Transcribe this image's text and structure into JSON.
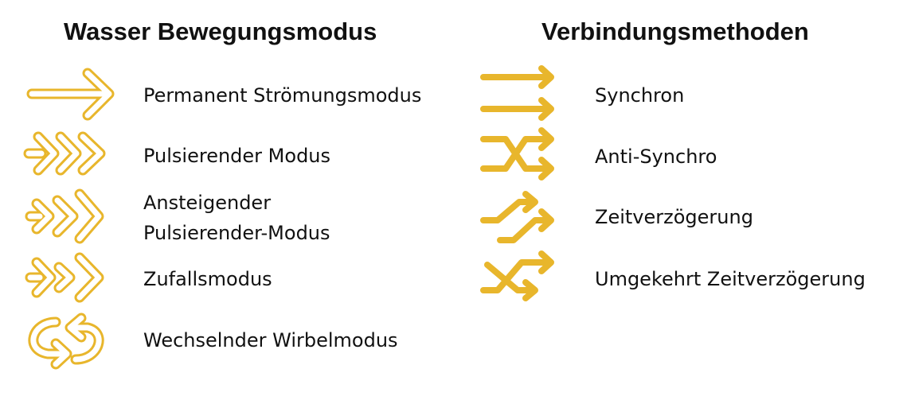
{
  "left": {
    "title": "Wasser Bewegungsmodus",
    "items": [
      {
        "icon": "single-arrow-icon",
        "label": "Permanent Strömungsmodus"
      },
      {
        "icon": "triple-chevron-icon",
        "label": "Pulsierender Modus"
      },
      {
        "icon": "rising-chevron-icon",
        "label_line1": "Ansteigender",
        "label_line2": "Pulsierender-Modus"
      },
      {
        "icon": "random-chevron-icon",
        "label": "Zufallsmodus"
      },
      {
        "icon": "swirl-arrows-icon",
        "label": "Wechselnder Wirbelmodus"
      }
    ]
  },
  "right": {
    "title": "Verbindungsmethoden",
    "items": [
      {
        "icon": "parallel-arrows-icon",
        "label": "Synchron"
      },
      {
        "icon": "crossed-arrows-icon",
        "label": "Anti-Synchro"
      },
      {
        "icon": "delayed-arrows-icon",
        "label": "Zeitverzögerung"
      },
      {
        "icon": "reverse-delay-arrows-icon",
        "label": "Umgekehrt Zeitverzögerung"
      }
    ]
  },
  "colors": {
    "accent": "#E8B62C"
  }
}
